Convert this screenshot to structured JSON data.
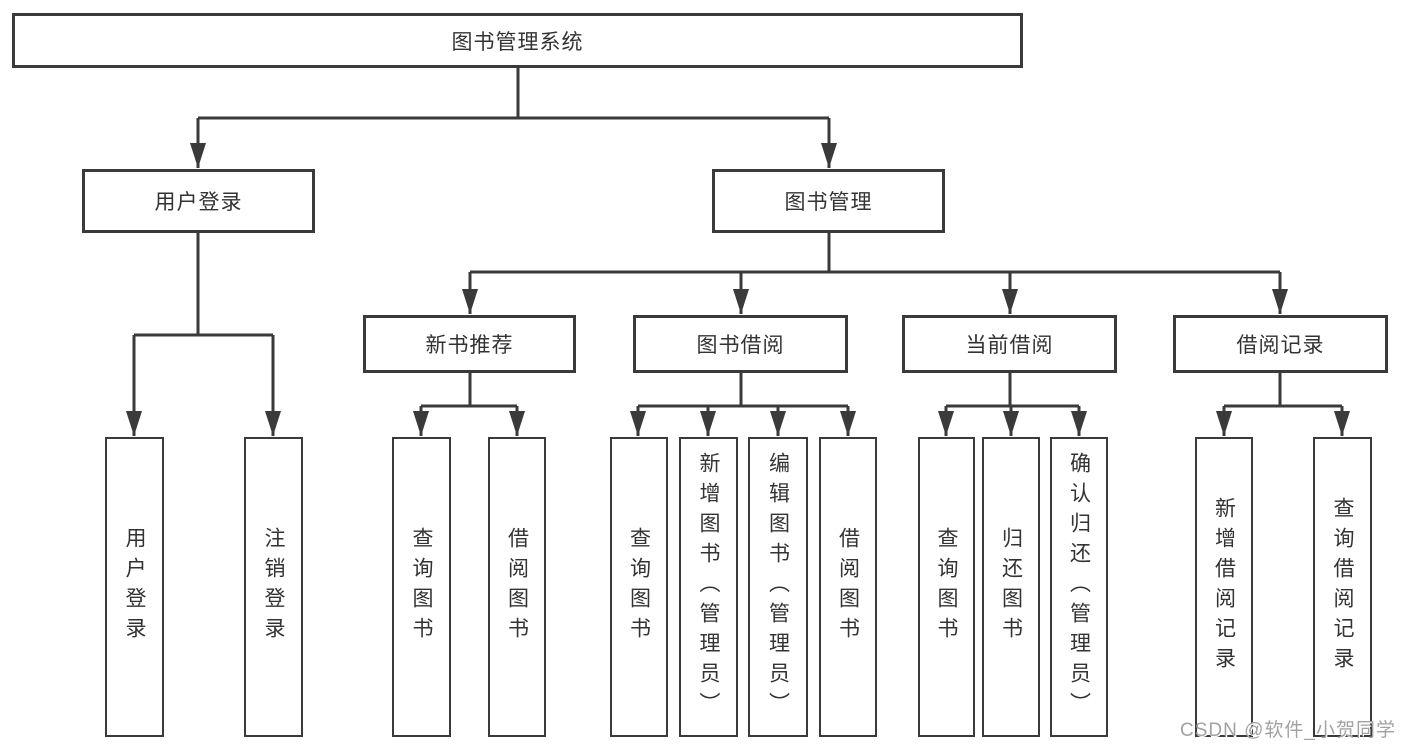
{
  "diagram_type": "tree",
  "colors": {
    "line": "#3a3a3a",
    "box_border": "#3a3a3a",
    "text": "#333333",
    "background": "#ffffff",
    "watermark_text": "#a2a2a2"
  },
  "root": {
    "label": "图书管理系统"
  },
  "level2": [
    {
      "label": "用户登录",
      "parent": "图书管理系统"
    },
    {
      "label": "图书管理",
      "parent": "图书管理系统"
    }
  ],
  "level3": [
    {
      "label": "新书推荐",
      "parent": "图书管理"
    },
    {
      "label": "图书借阅",
      "parent": "图书管理"
    },
    {
      "label": "当前借阅",
      "parent": "图书管理"
    },
    {
      "label": "借阅记录",
      "parent": "图书管理"
    }
  ],
  "level4": [
    {
      "label": "用户登录",
      "parent": "用户登录"
    },
    {
      "label": "注销登录",
      "parent": "用户登录"
    },
    {
      "label": "查询图书",
      "parent": "新书推荐"
    },
    {
      "label": "借阅图书",
      "parent": "新书推荐"
    },
    {
      "label": "查询图书",
      "parent": "图书借阅"
    },
    {
      "label": "新增图书（管理员）",
      "parent": "图书借阅"
    },
    {
      "label": "编辑图书（管理员）",
      "parent": "图书借阅"
    },
    {
      "label": "借阅图书",
      "parent": "图书借阅"
    },
    {
      "label": "查询图书",
      "parent": "当前借阅"
    },
    {
      "label": "归还图书",
      "parent": "当前借阅"
    },
    {
      "label": "确认归还（管理员）",
      "parent": "当前借阅"
    },
    {
      "label": "新增借阅记录",
      "parent": "借阅记录"
    },
    {
      "label": "查询借阅记录",
      "parent": "借阅记录"
    }
  ],
  "watermark": "CSDN @软件_小贺同学"
}
